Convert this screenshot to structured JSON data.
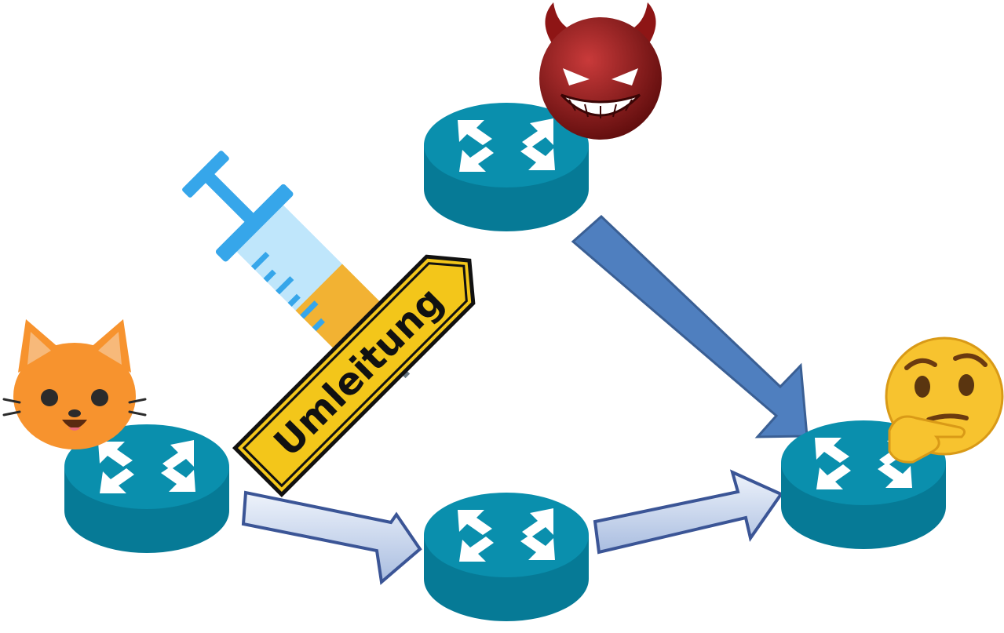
{
  "colors": {
    "router_top": "#0a8fad",
    "router_side": "#067a96",
    "router_arrow": "#ffffff",
    "arrow_solid_fill": "#4f7fbf",
    "arrow_solid_stroke": "#3a5f94",
    "arrow_light_top": "#eef3fb",
    "arrow_light_bottom": "#a9bde0",
    "arrow_light_stroke": "#3b5596",
    "sign_fill": "#f3c61a",
    "sign_border": "#111111",
    "syringe_barrel": "#bfe6fb",
    "syringe_blue": "#36a6ea",
    "syringe_liquid": "#f2b233",
    "devil_red": "#8e1515",
    "cat_orange": "#f7932e",
    "thinking_yellow": "#f7c32f"
  },
  "nodes": [
    {
      "id": "router-left",
      "icon": "router-icon",
      "badge": "cat-emoji-icon"
    },
    {
      "id": "router-top",
      "icon": "router-icon",
      "badge": "devil-emoji-icon"
    },
    {
      "id": "router-bottom",
      "icon": "router-icon",
      "badge": null
    },
    {
      "id": "router-right",
      "icon": "router-icon",
      "badge": "thinking-face-emoji-icon"
    }
  ],
  "edges": [
    {
      "from": "router-left",
      "to": "router-bottom",
      "style": "light"
    },
    {
      "from": "router-bottom",
      "to": "router-right",
      "style": "light"
    },
    {
      "from": "router-top",
      "to": "router-right",
      "style": "solid"
    }
  ],
  "decorations": {
    "syringe_icon": "syringe-icon",
    "detour_sign": {
      "icon": "detour-sign-icon",
      "label": "Umleitung"
    }
  }
}
